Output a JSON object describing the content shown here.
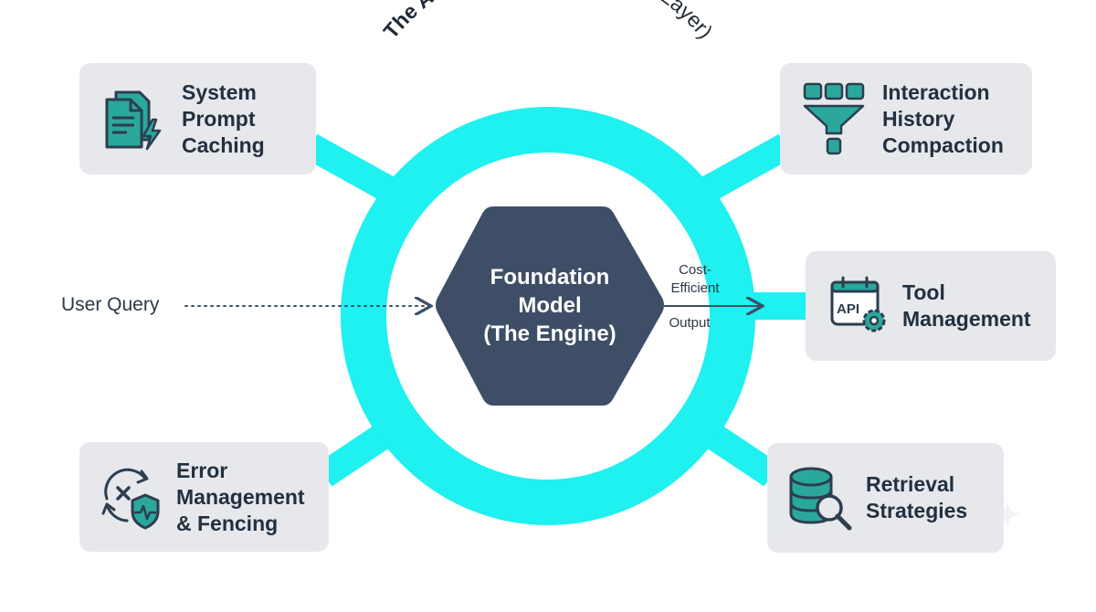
{
  "diagram": {
    "ring_title_bold": "The AI Harness",
    "ring_title_rest": " (Orchestration Layer)",
    "center_label": "Foundation\nModel\n(The Engine)",
    "input_label": "User Query",
    "output_label_top": "Cost-\nEfficient",
    "output_label_bottom": "Output",
    "colors": {
      "ring": "#1ff0f0",
      "engine": "#3d4e66",
      "card_bg": "#e6e8ec",
      "card_text": "#22303f",
      "icon_teal": "#2aa89c",
      "icon_dark": "#2c3e50"
    }
  },
  "cards": {
    "system_prompt": {
      "label": "System\nPrompt\nCaching",
      "icon": "document-lightning-icon"
    },
    "interaction_history": {
      "label": "Interaction\nHistory\nCompaction",
      "icon": "funnel-icon"
    },
    "tool_management": {
      "label": "Tool\nManagement",
      "icon": "api-gear-icon"
    },
    "error_management": {
      "label": "Error\nManagement\n& Fencing",
      "icon": "error-shield-icon"
    },
    "retrieval": {
      "label": "Retrieval\nStrategies",
      "icon": "database-search-icon"
    }
  }
}
